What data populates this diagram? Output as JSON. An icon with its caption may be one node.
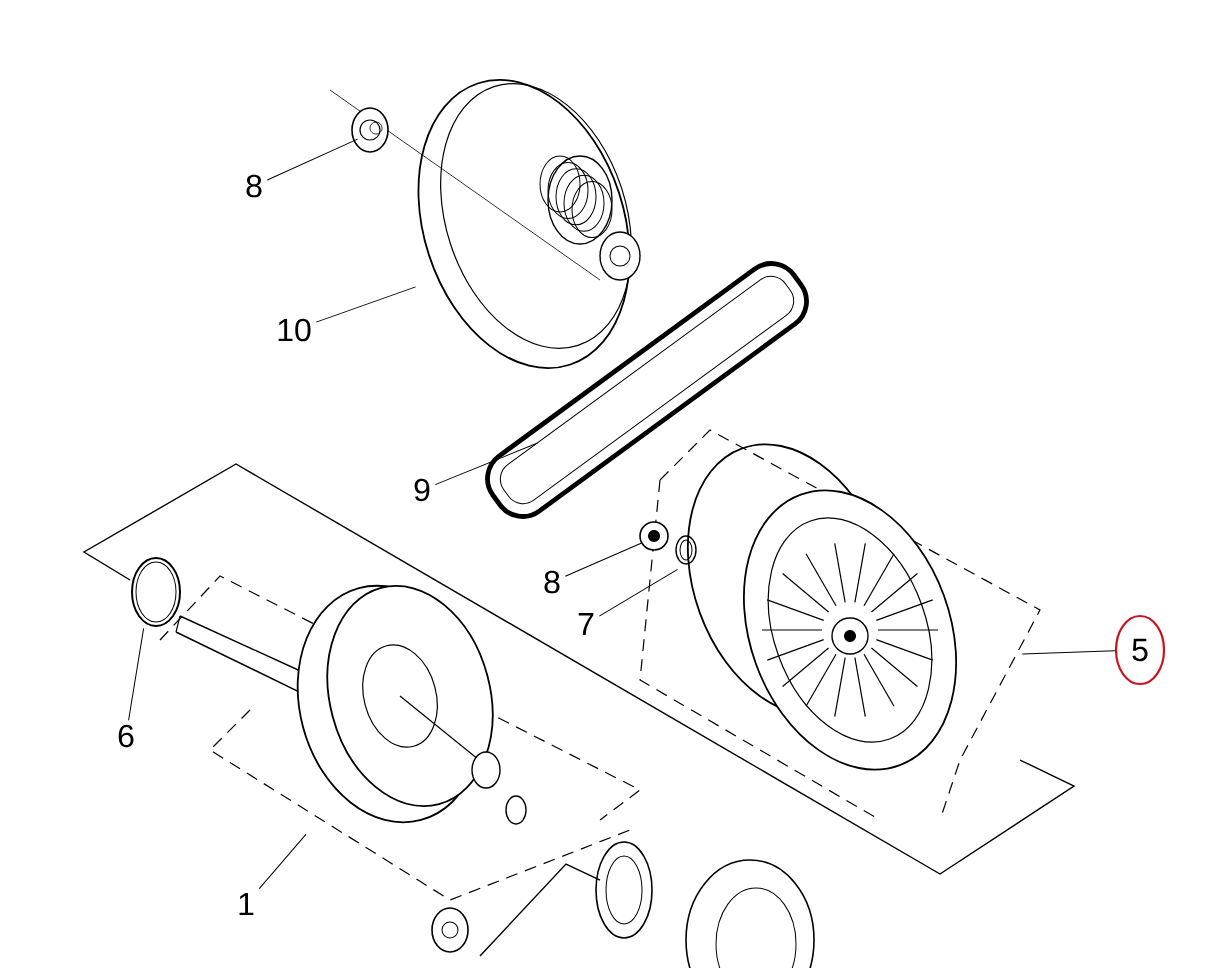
{
  "diagram": {
    "nodes": [
      {
        "text": [
          "8"
        ]
      },
      {
        "text": [],
        "shape": "picture"
      },
      {
        "text": [
          "10"
        ]
      },
      {
        "text": [],
        "shape": "picture"
      },
      {
        "text": [
          "9"
        ]
      },
      {
        "text": [],
        "shape": "picture"
      },
      {
        "text": [
          "8"
        ]
      },
      {
        "text": [],
        "shape": "picture"
      },
      {
        "text": [
          "7"
        ]
      },
      {
        "text": [],
        "shape": "picture"
      },
      {
        "text": [
          "5"
        ]
      },
      {
        "text": [],
        "shape": "picture"
      },
      {
        "text": [
          "6"
        ]
      },
      {
        "text": [],
        "shape": "picture"
      },
      {
        "text": [
          "1"
        ]
      },
      {
        "text": [],
        "shape": "picture"
      }
    ],
    "edges": [
      {
        "from": 0,
        "to": 1,
        "arrow": "none"
      },
      {
        "from": 2,
        "to": 3,
        "arrow": "none"
      },
      {
        "from": 4,
        "to": 5,
        "arrow": "none"
      },
      {
        "from": 6,
        "to": 7,
        "arrow": "none"
      },
      {
        "from": 8,
        "to": 9,
        "arrow": "none"
      },
      {
        "from": 10,
        "to": 11,
        "arrow": "none"
      },
      {
        "from": 12,
        "to": 13,
        "arrow": "none"
      },
      {
        "from": 14,
        "to": 15,
        "arrow": "none"
      }
    ]
  }
}
